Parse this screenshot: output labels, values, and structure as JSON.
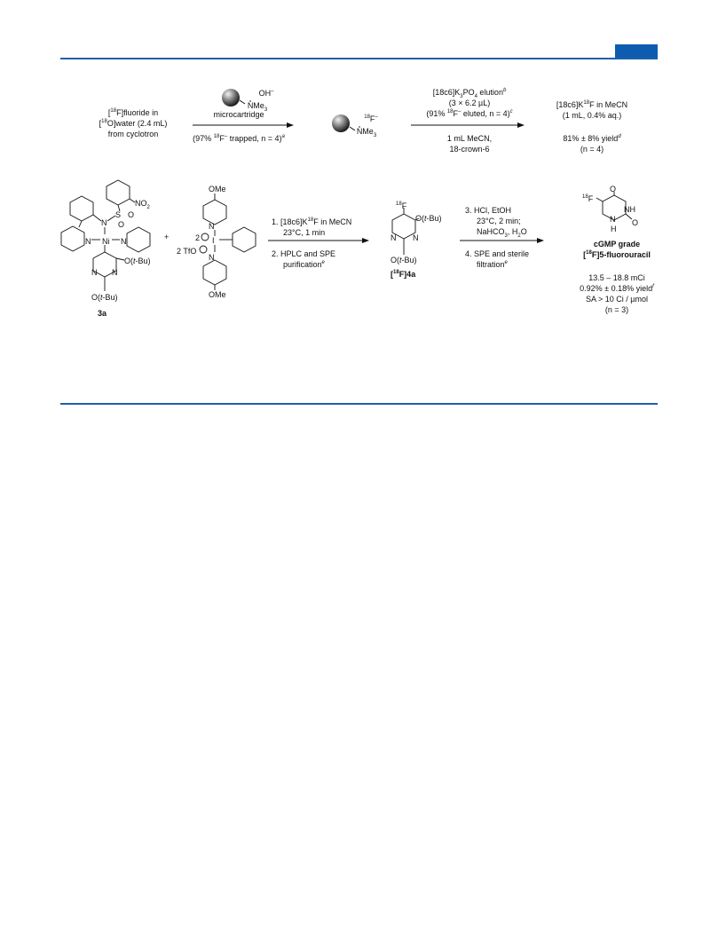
{
  "scheme": {
    "step1": {
      "start_lines": [
        "[18F]fluoride in",
        "[18O]water (2.4 mL)",
        "from cyclotron"
      ],
      "arrow_above": "microcartridge",
      "arrow_below": "(97% 18F– trapped, n = 4)a",
      "reagent_counterion": "OH–",
      "reagent_group": "NMe3",
      "resin_product_label": "18F–",
      "resin_product_group": "NMe3"
    },
    "step2": {
      "above_lines": [
        "[18c6]K3PO4 elutionb",
        "(3 × 6.2 µL)",
        "(91% 18F– eluted, n = 4)c"
      ],
      "below_lines": [
        "1 mL MeCN,",
        "18-crown-6"
      ],
      "product_lines": [
        "[18c6]K18F in MeCN",
        "(1 mL, 0.4% aq.)"
      ],
      "yield_lines": [
        "81% ± 8% yieldd",
        "(n = 4)"
      ]
    },
    "step3": {
      "complex_label": "3a",
      "plus": "+",
      "complex_atoms": [
        "NO2",
        "S",
        "O",
        "O",
        "N",
        "N",
        "Ni",
        "N",
        "O(t-Bu)",
        "N",
        "N",
        "O(t-Bu)"
      ],
      "oxidant_atoms": [
        "OMe",
        "N",
        "2",
        "I",
        "2 TfO",
        "N",
        "OMe"
      ],
      "arrow_above_lines": [
        "1. [18c6]K18F in MeCN",
        "23°C, 1 min"
      ],
      "arrow_below_lines": [
        "2. HPLC and SPE",
        "purificatione"
      ],
      "intermediate_label": "[18F]4a",
      "intermediate_atoms": [
        "18F",
        "O(t-Bu)",
        "N",
        "N",
        "O(t-Bu)"
      ],
      "arrow2_above_lines": [
        "3. HCl, EtOH",
        "23°C, 2 min;",
        "NaHCO3, H2O"
      ],
      "arrow2_below_lines": [
        "4. SPE and sterile",
        "filtratione"
      ],
      "final_atoms": [
        "O",
        "18F",
        "NH",
        "N",
        "H",
        "O"
      ],
      "final_label_lines": [
        "cGMP grade",
        "[18F]5-fluorouracil"
      ],
      "final_data_lines": [
        "13.5 – 18.8 mCi",
        "0.92% ± 0.18% yieldf",
        "SA > 10 Ci / µmol",
        "(n = 3)"
      ]
    }
  },
  "colors": {
    "rule": "#1f5fa8",
    "tab": "#0e5cb0"
  }
}
